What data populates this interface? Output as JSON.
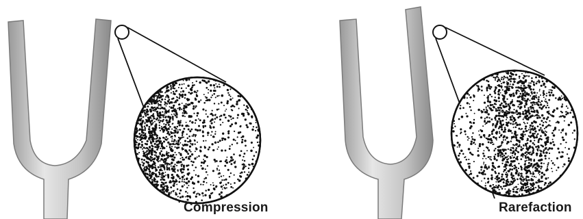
{
  "panels": [
    {
      "id": "compression",
      "label": "Compression",
      "pattern": "compression-left-dense"
    },
    {
      "id": "rarefaction",
      "label": "Rarefaction",
      "pattern": "rarefaction-center-band"
    }
  ],
  "colors": {
    "fork_fill": "#c9c9c9",
    "fork_highlight": "#ececec",
    "fork_shadow": "#8e8e8e",
    "ink": "#111111",
    "background": "#ffffff"
  }
}
